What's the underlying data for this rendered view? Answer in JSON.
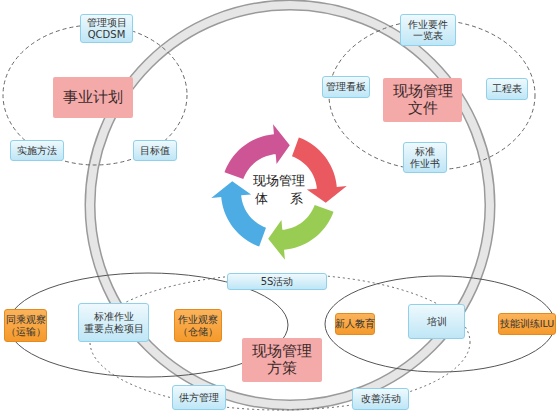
{
  "diagram": {
    "nodes": [
      {
        "text": [
          "管理项目 QCDSM"
        ]
      },
      {
        "text": [
          "事业计划"
        ]
      },
      {
        "text": [
          "实施方法"
        ]
      },
      {
        "text": [
          "目标值"
        ]
      },
      {
        "text": [
          "作业要件 一览表"
        ]
      },
      {
        "text": [
          "管理看板"
        ]
      },
      {
        "text": [
          "现场管理 文件"
        ]
      },
      {
        "text": [
          "工程表"
        ]
      },
      {
        "text": [
          "标准 作业书"
        ]
      },
      {
        "text": [
          "5S活动"
        ]
      },
      {
        "text": [
          "同乘观察 （运输）"
        ]
      },
      {
        "text": [
          "标准作业 重要点检项目"
        ]
      },
      {
        "text": [
          "作业观察 （仓储）"
        ]
      },
      {
        "text": [
          "新人教育"
        ]
      },
      {
        "text": [
          "培训"
        ]
      },
      {
        "text": [
          "技能训练ILU"
        ]
      },
      {
        "text": [
          "现场管理 方策"
        ]
      },
      {
        "text": [
          "供方管理"
        ]
      },
      {
        "text": [
          "改善活动"
        ]
      }
    ],
    "labels": [
      "现场管理 体 系"
    ]
  }
}
